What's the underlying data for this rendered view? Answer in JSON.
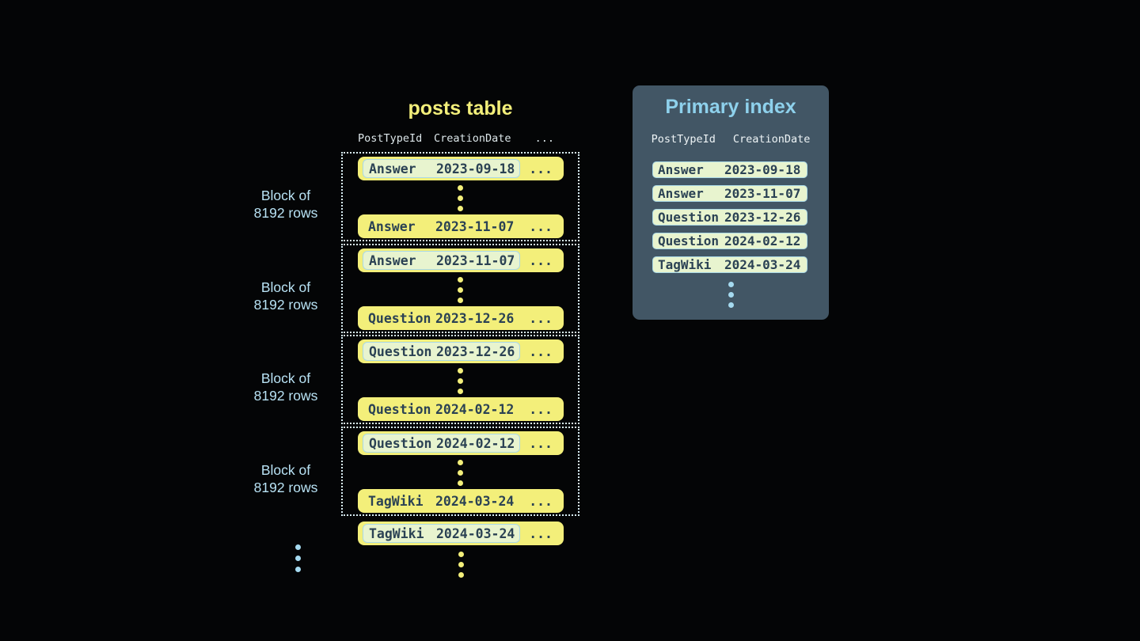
{
  "posts_table": {
    "title": "posts table",
    "columns": {
      "col1": "PostTypeId",
      "col2": "CreationDate",
      "col3": "..."
    },
    "row_ellipsis": "...",
    "block_label": {
      "line1": "Block of",
      "line2": "8192 rows"
    },
    "blocks": [
      {
        "first": {
          "type": "Answer",
          "date": "2023-09-18"
        },
        "last": {
          "type": "Answer",
          "date": "2023-11-07"
        }
      },
      {
        "first": {
          "type": "Answer",
          "date": "2023-11-07"
        },
        "last": {
          "type": "Question",
          "date": "2023-12-26"
        }
      },
      {
        "first": {
          "type": "Question",
          "date": "2023-12-26"
        },
        "last": {
          "type": "Question",
          "date": "2024-02-12"
        }
      },
      {
        "first": {
          "type": "Question",
          "date": "2024-02-12"
        },
        "last": {
          "type": "TagWiki",
          "date": "2024-03-24"
        }
      }
    ],
    "overflow_row": {
      "type": "TagWiki",
      "date": "2024-03-24"
    }
  },
  "primary_index": {
    "title": "Primary index",
    "columns": {
      "col1": "PostTypeId",
      "col2": "CreationDate"
    },
    "rows": [
      {
        "type": "Answer",
        "date": "2023-09-18"
      },
      {
        "type": "Answer",
        "date": "2023-11-07"
      },
      {
        "type": "Question",
        "date": "2023-12-26"
      },
      {
        "type": "Question",
        "date": "2024-02-12"
      },
      {
        "type": "TagWiki",
        "date": "2024-03-24"
      }
    ]
  },
  "colors": {
    "bg": "#040506",
    "yellow": "#f3ef7a",
    "pale": "#e8f4cf",
    "hl-border": "#a9d8e6",
    "dark": "#2b4254",
    "dotted": "#d9eef5",
    "panel": "#425665",
    "panel-title": "#8ed1ec",
    "label-blue": "#b8e2f4",
    "header-light": "#dce6e9",
    "panel-header": "#eef4f6",
    "dot-blue": "#a5daf0"
  }
}
